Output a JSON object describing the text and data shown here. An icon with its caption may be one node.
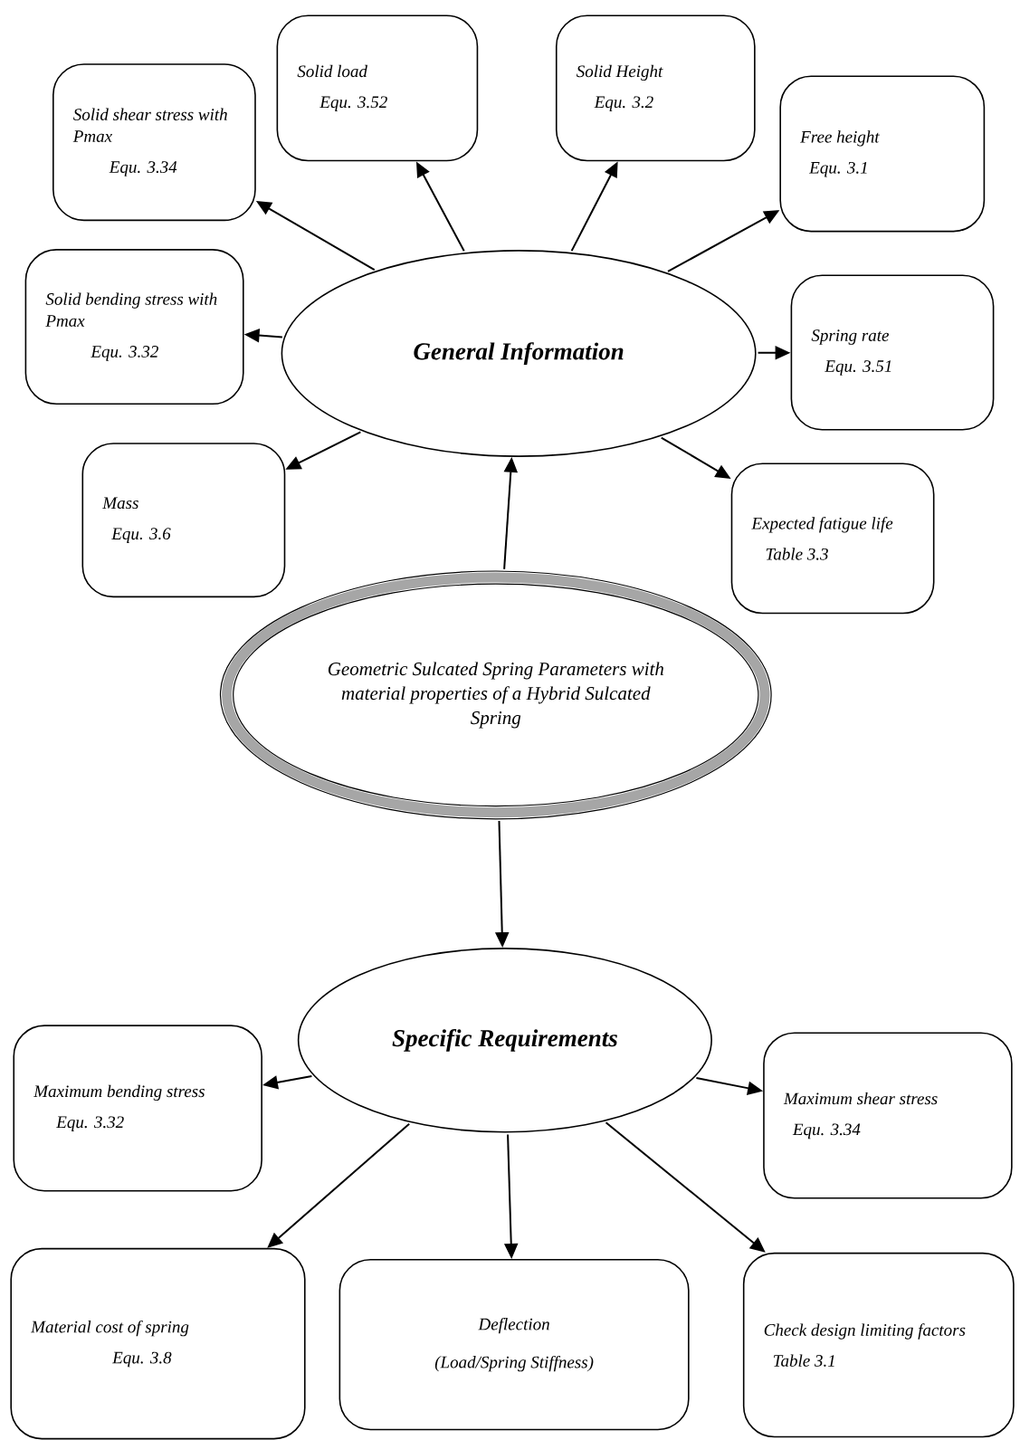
{
  "diagram": {
    "nodes": [
      {
        "text": [
          "Solid shear stress with Pmax",
          "Equ. 3.34"
        ]
      },
      {
        "text": [
          "Solid load",
          "Equ. 3.52"
        ]
      },
      {
        "text": [
          "Solid Height",
          "Equ. 3.2"
        ]
      },
      {
        "text": [
          "Free height",
          "Equ. 3.1"
        ]
      },
      {
        "text": [
          "Solid bending stress with Pmax",
          "Equ. 3.32"
        ]
      },
      {
        "text": [
          "General Information"
        ]
      },
      {
        "text": [
          "Spring rate",
          "Equ. 3.51"
        ]
      },
      {
        "text": [
          "Mass",
          "Equ. 3.6"
        ]
      },
      {
        "text": [
          "Expected fatigue life",
          "Table 3.3"
        ]
      },
      {
        "text": [
          "Geometric Sulcated Spring Parameters with material properties of a Hybrid Sulcated Spring"
        ]
      },
      {
        "text": [
          "Specific Requirements"
        ]
      },
      {
        "text": [
          "Maximum bending stress",
          "Equ. 3.32"
        ]
      },
      {
        "text": [
          "Maximum shear stress",
          "Equ. 3.34"
        ]
      },
      {
        "text": [
          "Material cost of spring",
          "Equ. 3.8"
        ]
      },
      {
        "text": [
          "Deflection",
          "(Load/Spring Stiffness)"
        ]
      },
      {
        "text": [
          "Check design limiting factors",
          "Table 3.1"
        ]
      }
    ],
    "edges": [
      {
        "from": 5,
        "to": 0,
        "arrow": "to"
      },
      {
        "from": 5,
        "to": 1,
        "arrow": "to"
      },
      {
        "from": 5,
        "to": 2,
        "arrow": "to"
      },
      {
        "from": 5,
        "to": 3,
        "arrow": "to"
      },
      {
        "from": 5,
        "to": 4,
        "arrow": "to"
      },
      {
        "from": 5,
        "to": 6,
        "arrow": "to"
      },
      {
        "from": 5,
        "to": 7,
        "arrow": "to"
      },
      {
        "from": 5,
        "to": 8,
        "arrow": "to"
      },
      {
        "from": 9,
        "to": 5,
        "arrow": "to"
      },
      {
        "from": 9,
        "to": 10,
        "arrow": "to"
      },
      {
        "from": 10,
        "to": 11,
        "arrow": "to"
      },
      {
        "from": 10,
        "to": 12,
        "arrow": "to"
      },
      {
        "from": 10,
        "to": 13,
        "arrow": "to"
      },
      {
        "from": 10,
        "to": 14,
        "arrow": "to"
      },
      {
        "from": 10,
        "to": 15,
        "arrow": "to"
      }
    ]
  }
}
